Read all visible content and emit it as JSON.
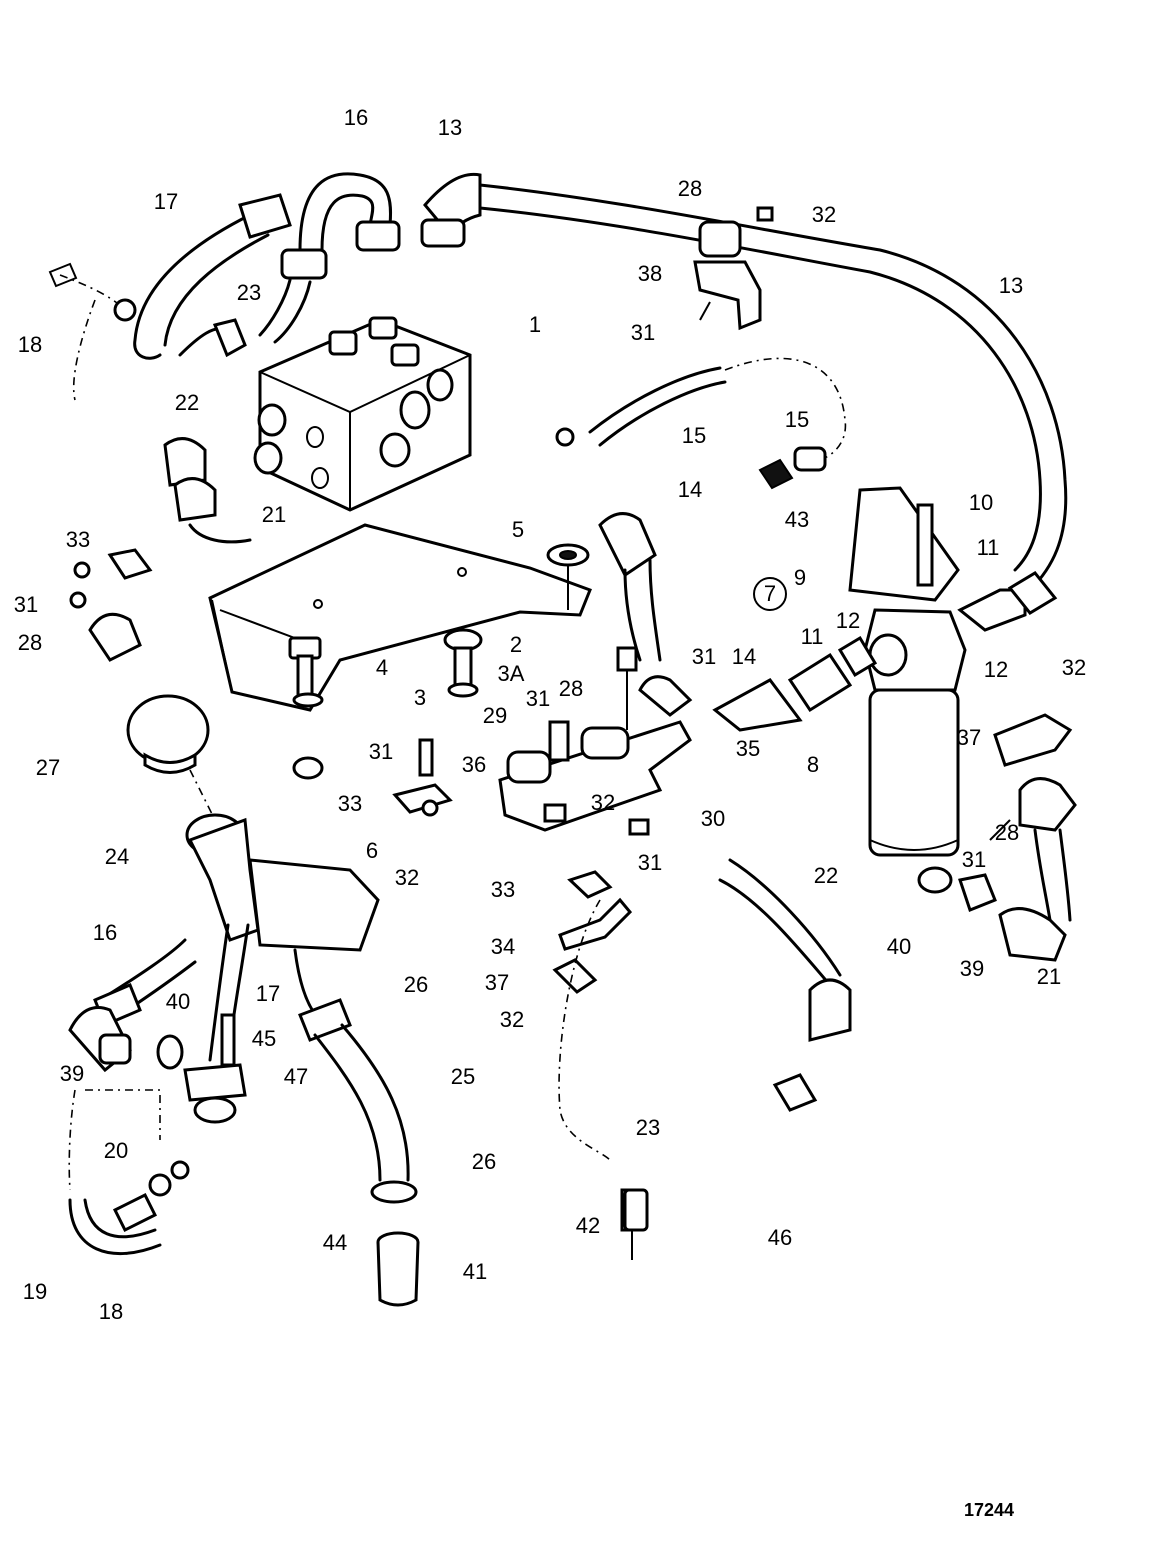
{
  "figure_number": "17244",
  "callouts": [
    {
      "id": "c16a",
      "text": "16"
    },
    {
      "id": "c13a",
      "text": "13"
    },
    {
      "id": "c28a",
      "text": "28"
    },
    {
      "id": "c17a",
      "text": "17"
    },
    {
      "id": "c32a",
      "text": "32"
    },
    {
      "id": "c13b",
      "text": "13"
    },
    {
      "id": "c38",
      "text": "38"
    },
    {
      "id": "c18a",
      "text": "18"
    },
    {
      "id": "c23a",
      "text": "23"
    },
    {
      "id": "c1",
      "text": "1"
    },
    {
      "id": "c31a",
      "text": "31"
    },
    {
      "id": "c22a",
      "text": "22"
    },
    {
      "id": "c15a",
      "text": "15"
    },
    {
      "id": "c15b",
      "text": "15"
    },
    {
      "id": "c14a",
      "text": "14"
    },
    {
      "id": "c10",
      "text": "10"
    },
    {
      "id": "c21a",
      "text": "21"
    },
    {
      "id": "c43",
      "text": "43"
    },
    {
      "id": "c5",
      "text": "5"
    },
    {
      "id": "c33a",
      "text": "33"
    },
    {
      "id": "c11a",
      "text": "11"
    },
    {
      "id": "c7",
      "text": "7"
    },
    {
      "id": "c9",
      "text": "9"
    },
    {
      "id": "c31b",
      "text": "31"
    },
    {
      "id": "c28b",
      "text": "28"
    },
    {
      "id": "c11b",
      "text": "11"
    },
    {
      "id": "c12a",
      "text": "12"
    },
    {
      "id": "c2",
      "text": "2"
    },
    {
      "id": "c31c",
      "text": "31"
    },
    {
      "id": "c14b",
      "text": "14"
    },
    {
      "id": "c12b",
      "text": "12"
    },
    {
      "id": "c32b",
      "text": "32"
    },
    {
      "id": "c4",
      "text": "4"
    },
    {
      "id": "c3a",
      "text": "3A"
    },
    {
      "id": "c3",
      "text": "3"
    },
    {
      "id": "c31d",
      "text": "31"
    },
    {
      "id": "c28c",
      "text": "28"
    },
    {
      "id": "c29",
      "text": "29"
    },
    {
      "id": "c37a",
      "text": "37"
    },
    {
      "id": "c35",
      "text": "35"
    },
    {
      "id": "c31e",
      "text": "31"
    },
    {
      "id": "c27",
      "text": "27"
    },
    {
      "id": "c36",
      "text": "36"
    },
    {
      "id": "c8",
      "text": "8"
    },
    {
      "id": "c33b",
      "text": "33"
    },
    {
      "id": "c32c",
      "text": "32"
    },
    {
      "id": "c30",
      "text": "30"
    },
    {
      "id": "c28d",
      "text": "28"
    },
    {
      "id": "c24",
      "text": "24"
    },
    {
      "id": "c6",
      "text": "6"
    },
    {
      "id": "c31f",
      "text": "31"
    },
    {
      "id": "c31g",
      "text": "31"
    },
    {
      "id": "c32d",
      "text": "32"
    },
    {
      "id": "c22b",
      "text": "22"
    },
    {
      "id": "c33c",
      "text": "33"
    },
    {
      "id": "c16b",
      "text": "16"
    },
    {
      "id": "c34",
      "text": "34"
    },
    {
      "id": "c40a",
      "text": "40"
    },
    {
      "id": "c39a",
      "text": "39"
    },
    {
      "id": "c21b",
      "text": "21"
    },
    {
      "id": "c40b",
      "text": "40"
    },
    {
      "id": "c17b",
      "text": "17"
    },
    {
      "id": "c26a",
      "text": "26"
    },
    {
      "id": "c37b",
      "text": "37"
    },
    {
      "id": "c32e",
      "text": "32"
    },
    {
      "id": "c45",
      "text": "45"
    },
    {
      "id": "c39b",
      "text": "39"
    },
    {
      "id": "c47",
      "text": "47"
    },
    {
      "id": "c25",
      "text": "25"
    },
    {
      "id": "c20",
      "text": "20"
    },
    {
      "id": "c23b",
      "text": "23"
    },
    {
      "id": "c26b",
      "text": "26"
    },
    {
      "id": "c42",
      "text": "42"
    },
    {
      "id": "c46",
      "text": "46"
    },
    {
      "id": "c44",
      "text": "44"
    },
    {
      "id": "c41",
      "text": "41"
    },
    {
      "id": "c19",
      "text": "19"
    },
    {
      "id": "c18b",
      "text": "18"
    }
  ]
}
